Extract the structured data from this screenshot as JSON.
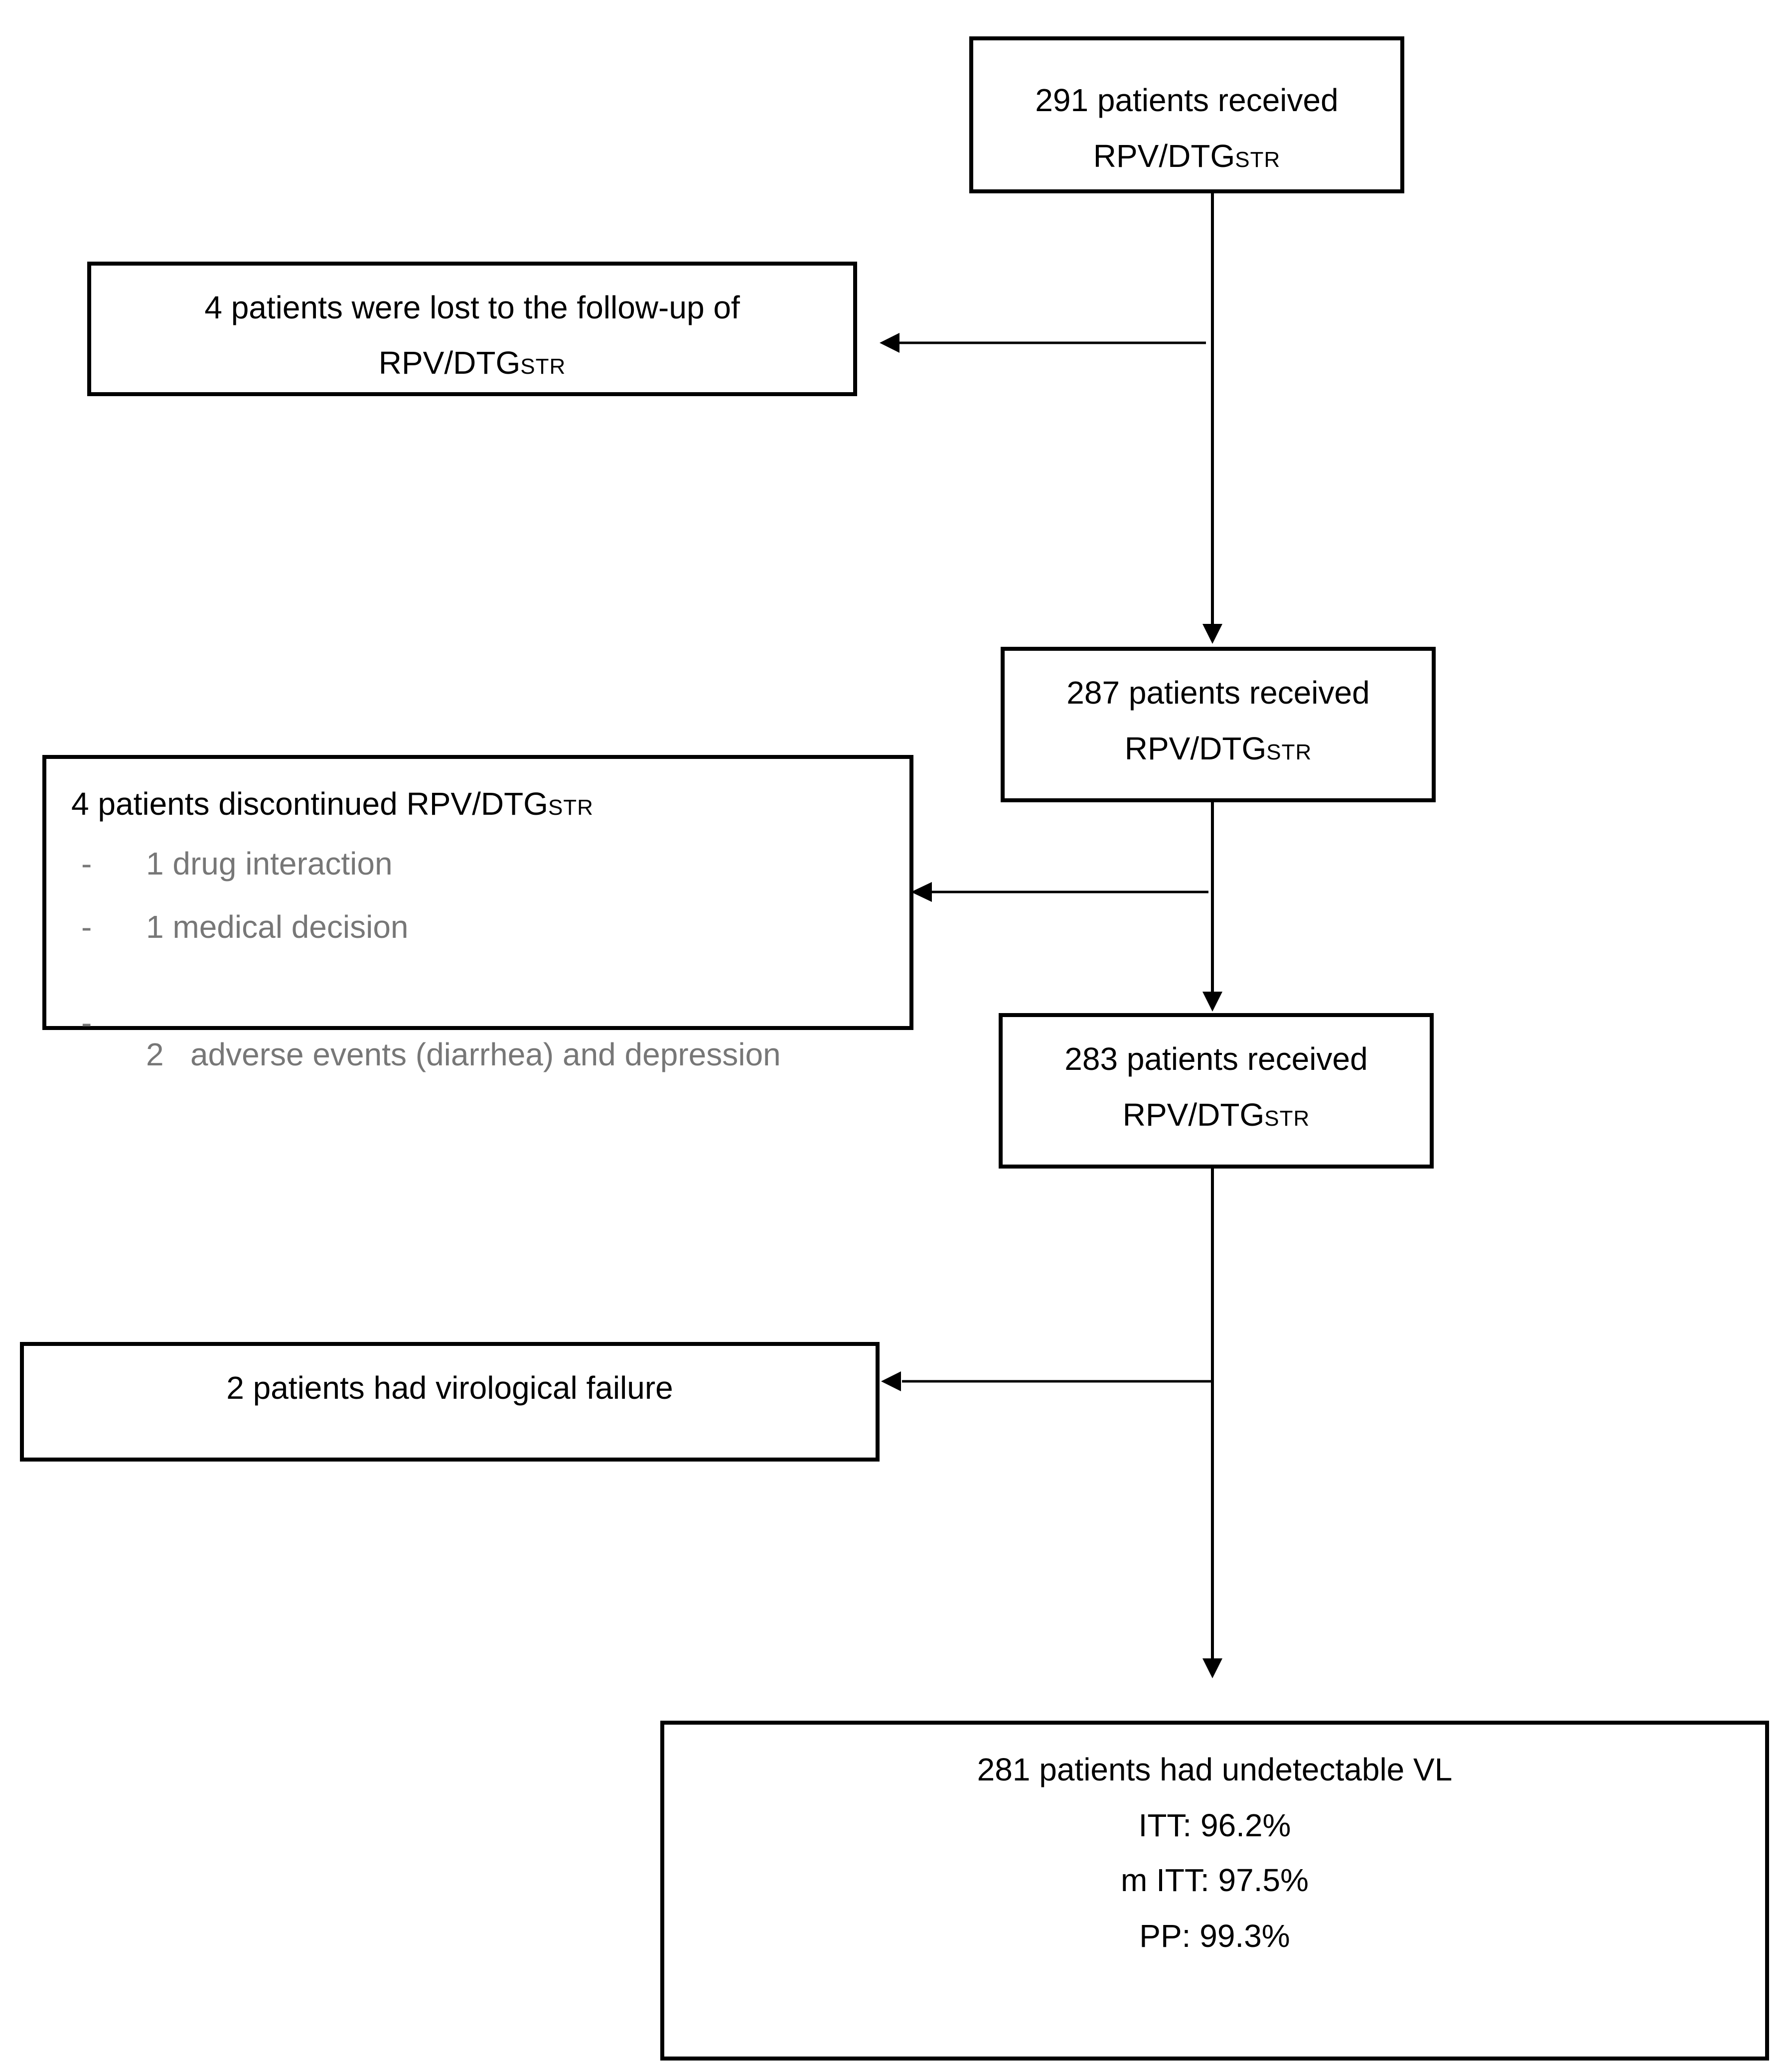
{
  "boxes": {
    "start": {
      "line1": "291 patients received",
      "line2_main": "RPV/DTG",
      "line2_sub": "STR"
    },
    "lost": {
      "line1": "4 patients were lost to the follow-up of",
      "line2_main": "RPV/DTG",
      "line2_sub": "STR"
    },
    "mid1": {
      "line1": "287 patients received",
      "line2_main": "RPV/DTG",
      "line2_sub": "STR"
    },
    "discontinued": {
      "heading_main": "4 patients discontinued RPV/DTG",
      "heading_sub": "STR",
      "reasons": [
        {
          "bullet": "-",
          "text": "1 drug interaction"
        },
        {
          "bullet": "-",
          "text": "1 medical decision"
        },
        {
          "bullet": "-",
          "text": "2   adverse events (diarrhea) and depression"
        }
      ]
    },
    "mid2": {
      "line1": "283 patients received",
      "line2_main": "RPV/DTG",
      "line2_sub": "STR"
    },
    "failure": {
      "line1": "2 patients had virological failure"
    },
    "final": {
      "line1": "281 patients had undetectable VL",
      "line2": "ITT: 96.2%",
      "line3": "m ITT: 97.5%",
      "line4": "PP: 99.3%"
    }
  },
  "colors": {
    "line": "#000000",
    "reason_text": "#777777"
  }
}
